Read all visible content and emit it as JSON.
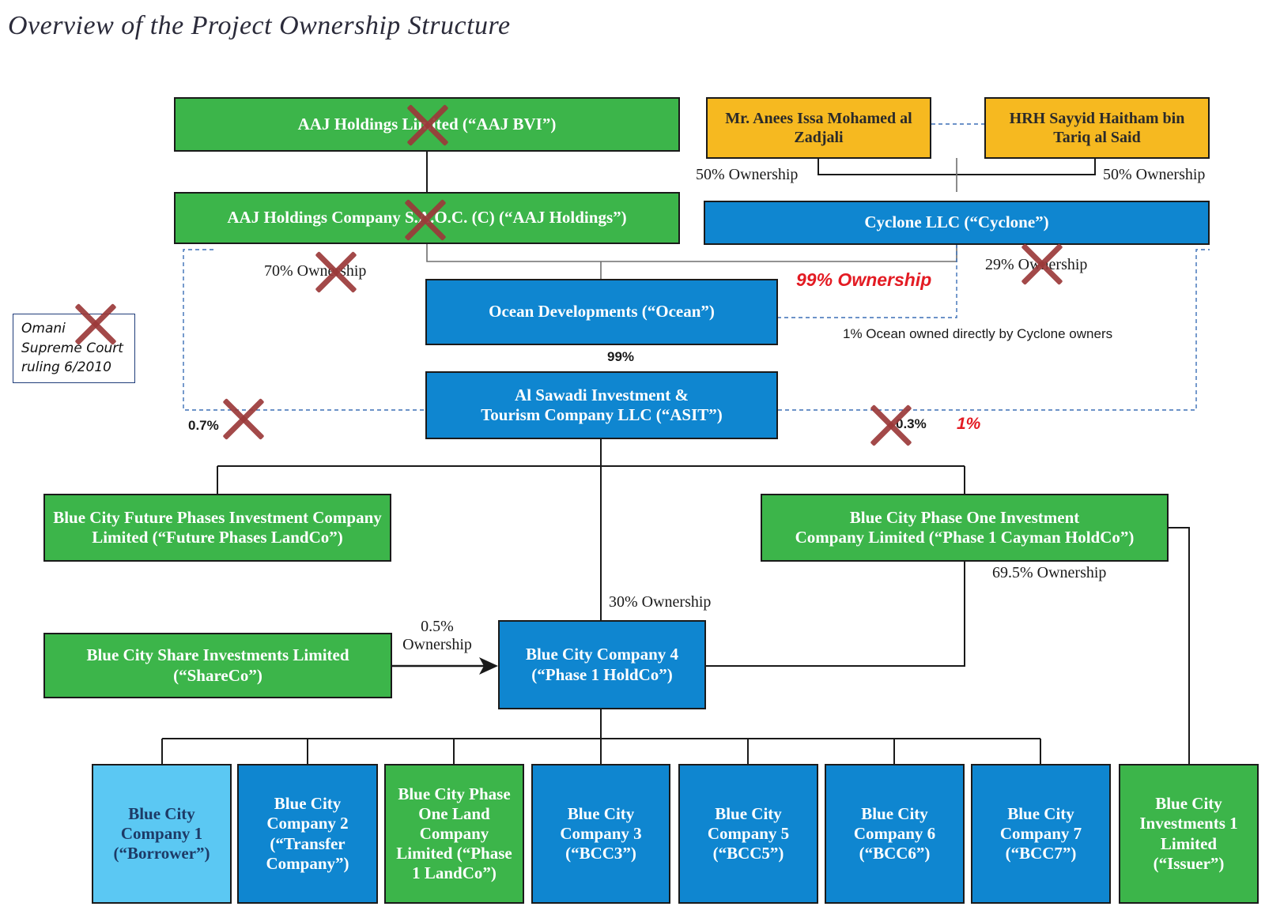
{
  "title": "Overview of the Project Ownership Structure",
  "entities": {
    "aaj_bvi": "AAJ Holdings Limited (“AAJ BVI”)",
    "aaj_holdings": "AAJ Holdings Company S.A.O.C. (C) (“AAJ Holdings”)",
    "anees": "Mr. Anees Issa Mohamed al Zadjali",
    "haitham": "HRH Sayyid Haitham bin Tariq al Said",
    "cyclone": "Cyclone LLC (“Cyclone”)",
    "ocean": "Ocean Developments (“Ocean”)",
    "asit_line1": "Al Sawadi Investment &",
    "asit_line2": "Tourism Company LLC (“ASIT”)",
    "future_phases": "Blue City Future Phases Investment Company Limited (“Future Phases LandCo”)",
    "phase1_cayman_line1": "Blue City Phase One Investment",
    "phase1_cayman_line2": "Company Limited (“Phase 1 Cayman HoldCo”)",
    "shareco": "Blue City Share Investments Limited (“ShareCo”)",
    "bcc4": "Blue City Company 4 (“Phase 1 HoldCo”)",
    "bcc1": "Blue City Company 1 (“Borrower”)",
    "bcc2": "Blue City Company 2 (“Transfer Company”)",
    "phase1_landco": "Blue City Phase One Land Company Limited (“Phase 1 LandCo”)",
    "bcc3": "Blue City Company 3 (“BCC3”)",
    "bcc5": "Blue City Company 5 (“BCC5”)",
    "bcc6": "Blue City Company 6 (“BCC6”)",
    "bcc7": "Blue City Company 7 (“BCC7”)",
    "issuer": "Blue City Investments 1 Limited (“Issuer”)"
  },
  "labels": {
    "anees_pct": "50% Ownership",
    "haitham_pct": "50% Ownership",
    "aaj_70": "70% Ownership",
    "cyclone_29": "29% Ownership",
    "cyclone_99_new": "99% Ownership",
    "ocean_note": "1% Ocean owned directly by Cyclone owners",
    "ocean_asit": "99%",
    "asit_left": "0.7%",
    "asit_right": "0.3%",
    "asit_right_new": "1%",
    "asit_bcc4": "30% Ownership",
    "cayman_pct": "69.5% Ownership",
    "shareco_pct_1": "0.5%",
    "shareco_pct_2": "Ownership"
  },
  "court_note": {
    "line1": "Omani",
    "line2": "Supreme Court",
    "line3": "ruling 6/2010"
  },
  "colors": {
    "green": "#3cb54a",
    "blue": "#0f86d0",
    "light_blue": "#5bc8f3",
    "orange": "#f6b920",
    "strike": "#9b3a3a",
    "emphasis_red": "#e31b23",
    "dashed_link": "#3b6fb6"
  },
  "icons": [
    "cross-out-icon",
    "arrow-right-icon"
  ]
}
